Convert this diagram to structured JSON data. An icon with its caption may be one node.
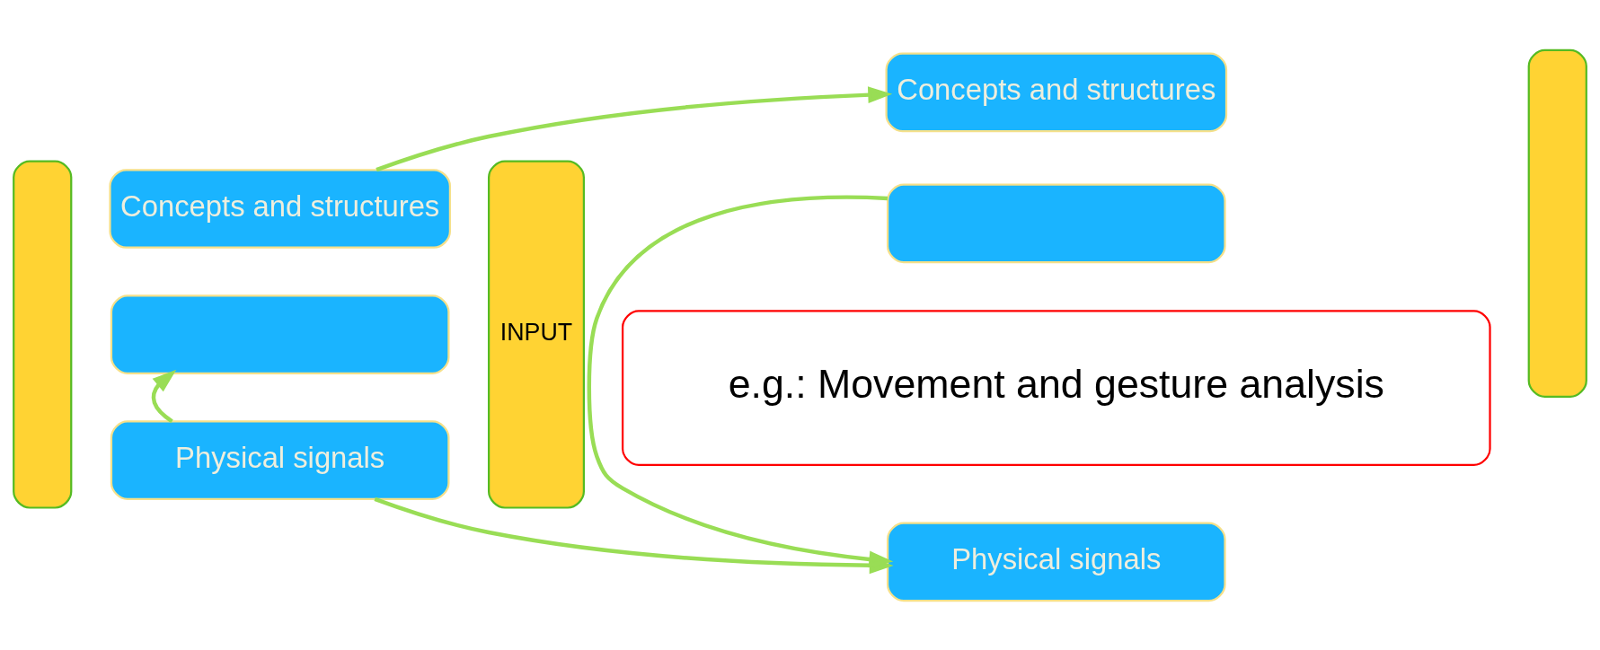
{
  "diagram": {
    "nodes": [
      {
        "text": [],
        "shape": "bar"
      },
      {
        "text": [
          "Concepts and structures"
        ]
      },
      {
        "text": [],
        "shape": "box"
      },
      {
        "text": [
          "Physical signals"
        ]
      },
      {
        "text": [
          "INPUT"
        ]
      },
      {
        "text": [
          "Concepts and structures"
        ]
      },
      {
        "text": [],
        "shape": "box"
      },
      {
        "text": [
          "Physical signals"
        ]
      },
      {
        "text": [],
        "shape": "bar"
      },
      {
        "text": [
          "e.g.: Movement and gesture analysis"
        ]
      }
    ],
    "edges": [
      {
        "from": 1,
        "to": 5,
        "arrow": "to"
      },
      {
        "from": 3,
        "to": 2,
        "arrow": "to"
      },
      {
        "from": 6,
        "to": 7,
        "arrow": "to"
      },
      {
        "from": 3,
        "to": 7,
        "arrow": "to"
      }
    ]
  }
}
